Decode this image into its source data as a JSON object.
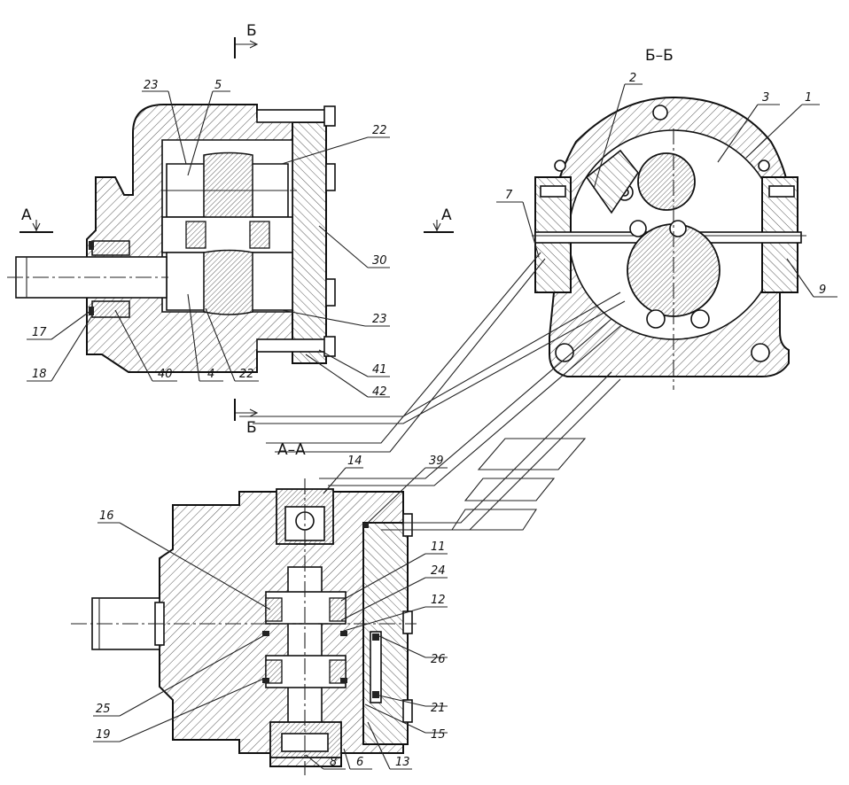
{
  "title": "",
  "section_marks": {
    "b_top": "Б",
    "b_bottom": "Б",
    "a_left": "А",
    "a_right": "А",
    "section_bb": "Б–Б",
    "section_aa": "А–А"
  },
  "callouts": [
    {
      "id": "c23a",
      "text": "23"
    },
    {
      "id": "c5",
      "text": "5"
    },
    {
      "id": "c22a",
      "text": "22"
    },
    {
      "id": "c30",
      "text": "30"
    },
    {
      "id": "c23b",
      "text": "23"
    },
    {
      "id": "c41",
      "text": "41"
    },
    {
      "id": "c42",
      "text": "42"
    },
    {
      "id": "c17",
      "text": "17"
    },
    {
      "id": "c18",
      "text": "18"
    },
    {
      "id": "c40",
      "text": "40"
    },
    {
      "id": "c4",
      "text": "4"
    },
    {
      "id": "c22b",
      "text": "22"
    },
    {
      "id": "c2",
      "text": "2"
    },
    {
      "id": "c3",
      "text": "3"
    },
    {
      "id": "c1",
      "text": "1"
    },
    {
      "id": "c7",
      "text": "7"
    },
    {
      "id": "c9",
      "text": "9"
    },
    {
      "id": "c14",
      "text": "14"
    },
    {
      "id": "c39",
      "text": "39"
    },
    {
      "id": "c16",
      "text": "16"
    },
    {
      "id": "c11",
      "text": "11"
    },
    {
      "id": "c24",
      "text": "24"
    },
    {
      "id": "c12",
      "text": "12"
    },
    {
      "id": "c26",
      "text": "26"
    },
    {
      "id": "c21",
      "text": "21"
    },
    {
      "id": "c15",
      "text": "15"
    },
    {
      "id": "c25",
      "text": "25"
    },
    {
      "id": "c19",
      "text": "19"
    },
    {
      "id": "c8",
      "text": "8"
    },
    {
      "id": "c6",
      "text": "6"
    },
    {
      "id": "c13",
      "text": "13"
    }
  ]
}
